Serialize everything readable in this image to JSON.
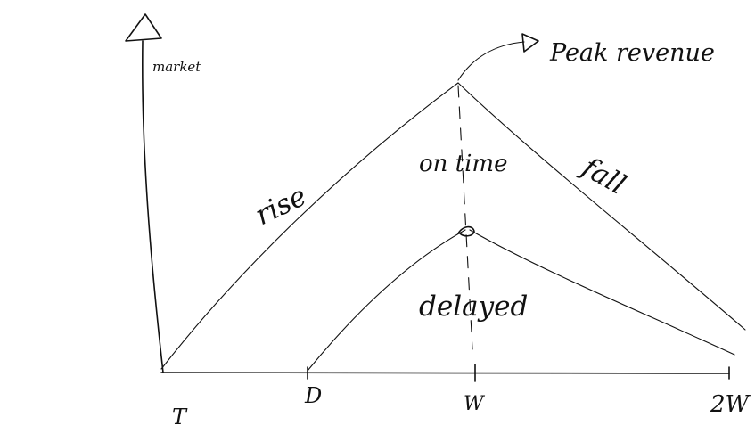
{
  "labels": {
    "y_axis": "market",
    "peak": "Peak revenue",
    "rise": "rise",
    "fall": "fall",
    "on_time": "on time",
    "delayed": "delayed"
  },
  "x_ticks": [
    "T",
    "D",
    "W",
    "2W"
  ]
}
